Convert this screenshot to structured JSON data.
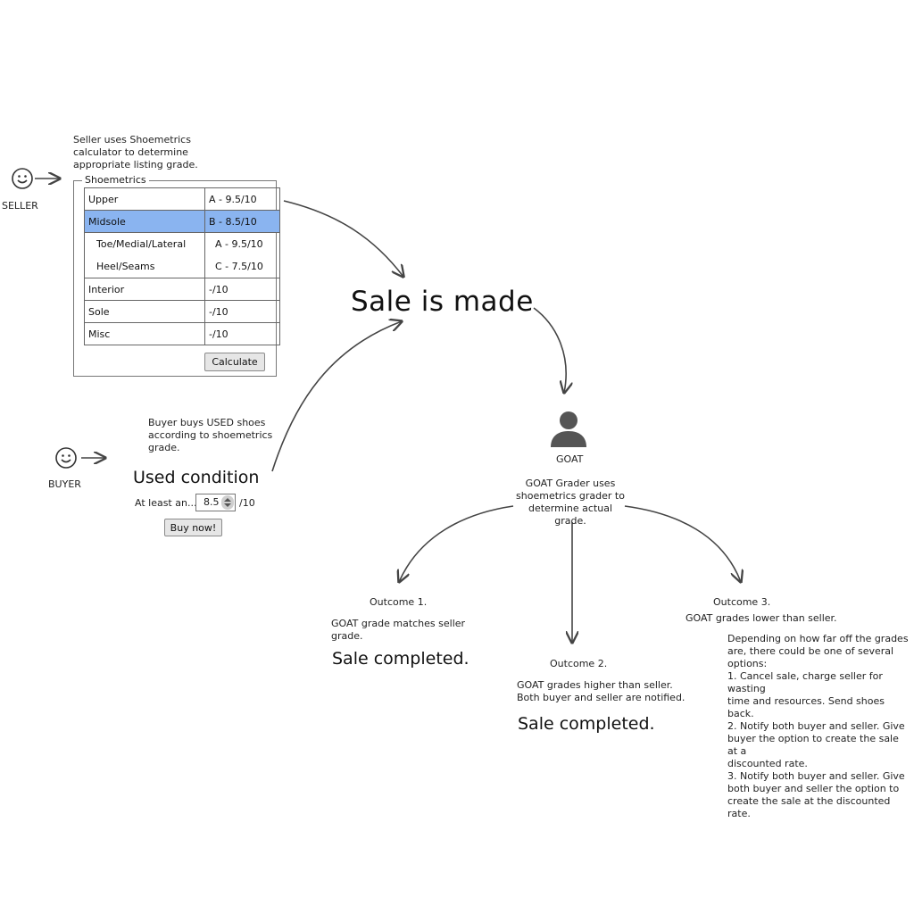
{
  "seller": {
    "label": "SELLER",
    "note_lines": [
      "Seller uses Shoemetrics",
      "calculator to determine",
      "appropriate listing grade."
    ]
  },
  "shoemetrics": {
    "legend": "Shoemetrics",
    "rows": [
      {
        "name": "Upper",
        "grade": "A - 9.5/10"
      },
      {
        "name": "Midsole",
        "grade": "B - 8.5/10"
      },
      {
        "name": "Toe/Medial/Lateral",
        "grade": "A - 9.5/10"
      },
      {
        "name": "Heel/Seams",
        "grade": "C - 7.5/10"
      },
      {
        "name": "Interior",
        "grade": "-/10"
      },
      {
        "name": "Sole",
        "grade": "-/10"
      },
      {
        "name": "Misc",
        "grade": "-/10"
      }
    ],
    "calculate_label": "Calculate"
  },
  "buyer": {
    "label": "BUYER",
    "note_lines": [
      "Buyer buys USED shoes",
      "according to shoemetrics",
      "grade."
    ],
    "condition_title": "Used condition",
    "at_least_label": "At least an...",
    "grade_value": "8.5",
    "grade_suffix": "/10",
    "buy_label": "Buy now!"
  },
  "center": {
    "title": "Sale is made"
  },
  "goat": {
    "label": "GOAT",
    "note_lines": [
      "GOAT Grader uses",
      "shoemetrics grader to",
      "determine actual grade."
    ]
  },
  "outcome1": {
    "heading": "Outcome 1.",
    "lines": [
      "GOAT grade matches seller",
      "grade."
    ],
    "result": "Sale completed."
  },
  "outcome2": {
    "heading": "Outcome 2.",
    "lines": [
      "GOAT grades higher than seller.",
      "Both buyer and seller are notified."
    ],
    "result": "Sale completed."
  },
  "outcome3": {
    "heading": "Outcome 3.",
    "subheading": "GOAT grades lower than seller.",
    "lines": [
      "Depending on how far off the grades",
      "are, there could be one of several",
      "options:",
      "1. Cancel sale, charge seller for wasting",
      "time and resources. Send shoes back.",
      "2. Notify both buyer and seller. Give",
      "buyer the option to create the sale at a",
      "discounted rate.",
      "3. Notify both buyer and seller. Give",
      "both buyer and seller the option to",
      "create the sale at the discounted rate."
    ]
  },
  "icons": {
    "seller": "smiley-face-icon",
    "buyer": "smiley-face-icon",
    "goat": "person-silhouette-icon",
    "stepper": "spinner-arrows-icon"
  }
}
